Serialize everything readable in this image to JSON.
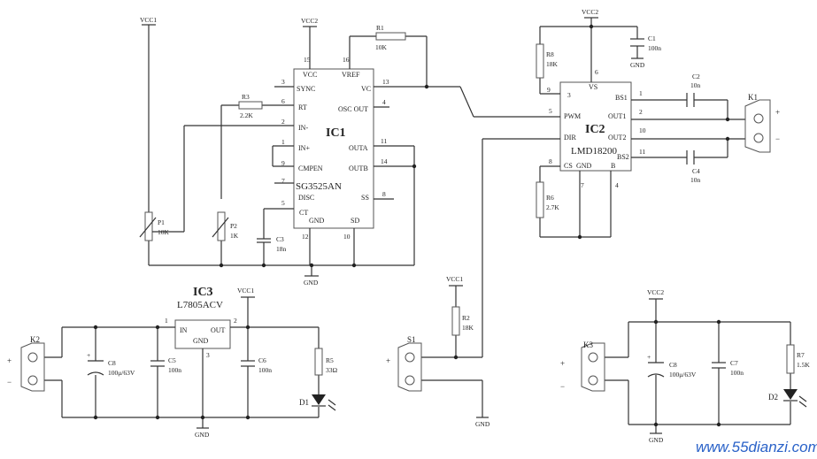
{
  "ic1": {
    "name": "IC1",
    "part": "SG3525AN",
    "pins": {
      "vcc": "VCC",
      "vref": "VREF",
      "sync": "SYNC",
      "rt": "RT",
      "in_minus": "IN-",
      "in_plus": "IN+",
      "cmpen": "CMPEN",
      "disc": "DISC",
      "ct": "CT",
      "gnd": "GND",
      "sd": "SD",
      "vc": "VC",
      "osc_out": "OSC OUT",
      "outa": "OUTA",
      "outb": "OUTB",
      "ss": "SS"
    },
    "pin_numbers": [
      "15",
      "16",
      "3",
      "6",
      "2",
      "1",
      "9",
      "7",
      "5",
      "12",
      "10",
      "13",
      "4",
      "11",
      "14",
      "8"
    ]
  },
  "ic2": {
    "name": "IC2",
    "part": "LMD18200",
    "pins": {
      "vs": "VS",
      "bs1": "BS1",
      "pwm": "PWM",
      "out1": "OUT1",
      "dir": "DIR",
      "out2": "OUT2",
      "cs": "CS",
      "gnd": "GND",
      "b": "B",
      "bs2": "BS2"
    },
    "pin_numbers": [
      "6",
      "9",
      "3",
      "5",
      "2",
      "10",
      "8",
      "7",
      "4",
      "1",
      "11"
    ]
  },
  "ic3": {
    "name": "IC3",
    "part": "L7805ACV",
    "pins": {
      "in": "IN",
      "gnd": "GND",
      "out": "OUT"
    },
    "pin_numbers": [
      "1",
      "3",
      "2"
    ]
  },
  "rails": {
    "vcc1": "VCC1",
    "vcc2": "VCC2",
    "vcc2b": "VCC2",
    "gnd": "GND"
  },
  "components": {
    "r1": {
      "ref": "R1",
      "value": "10K"
    },
    "r2": {
      "ref": "R2",
      "value": "18K"
    },
    "r3": {
      "ref": "R3",
      "value": "2.2K"
    },
    "r5": {
      "ref": "R5",
      "value": "33Ω"
    },
    "r6": {
      "ref": "R6",
      "value": "2.7K"
    },
    "r7": {
      "ref": "R7",
      "value": "1.5K"
    },
    "r8": {
      "ref": "R8",
      "value": "18K"
    },
    "p1": {
      "ref": "P1",
      "value": "10K"
    },
    "p2": {
      "ref": "P2",
      "value": "1K"
    },
    "c1": {
      "ref": "C1",
      "value": "100n"
    },
    "c2": {
      "ref": "C2",
      "value": "10n"
    },
    "c3": {
      "ref": "C3",
      "value": "18n"
    },
    "c4": {
      "ref": "C4",
      "value": "10n"
    },
    "c5": {
      "ref": "C5",
      "value": "100n"
    },
    "c6": {
      "ref": "C6",
      "value": "100n"
    },
    "c7": {
      "ref": "C7",
      "value": "100n"
    },
    "c8a": {
      "ref": "C8",
      "value": "100μ/63V"
    },
    "c8b": {
      "ref": "C8",
      "value": "100μ/63V"
    },
    "ct": {
      "ref": "CT"
    }
  },
  "connectors": {
    "k1": {
      "ref": "K1",
      "plus": "+",
      "minus": "−"
    },
    "k2": {
      "ref": "K2",
      "plus": "+",
      "minus": "−"
    },
    "k3": {
      "ref": "K3",
      "plus": "+",
      "minus": "−"
    },
    "s1": {
      "ref": "S1",
      "plus": "+"
    }
  },
  "leds": {
    "d1": "D1",
    "d2": "D2"
  },
  "watermark": "www.55dianzi.com"
}
